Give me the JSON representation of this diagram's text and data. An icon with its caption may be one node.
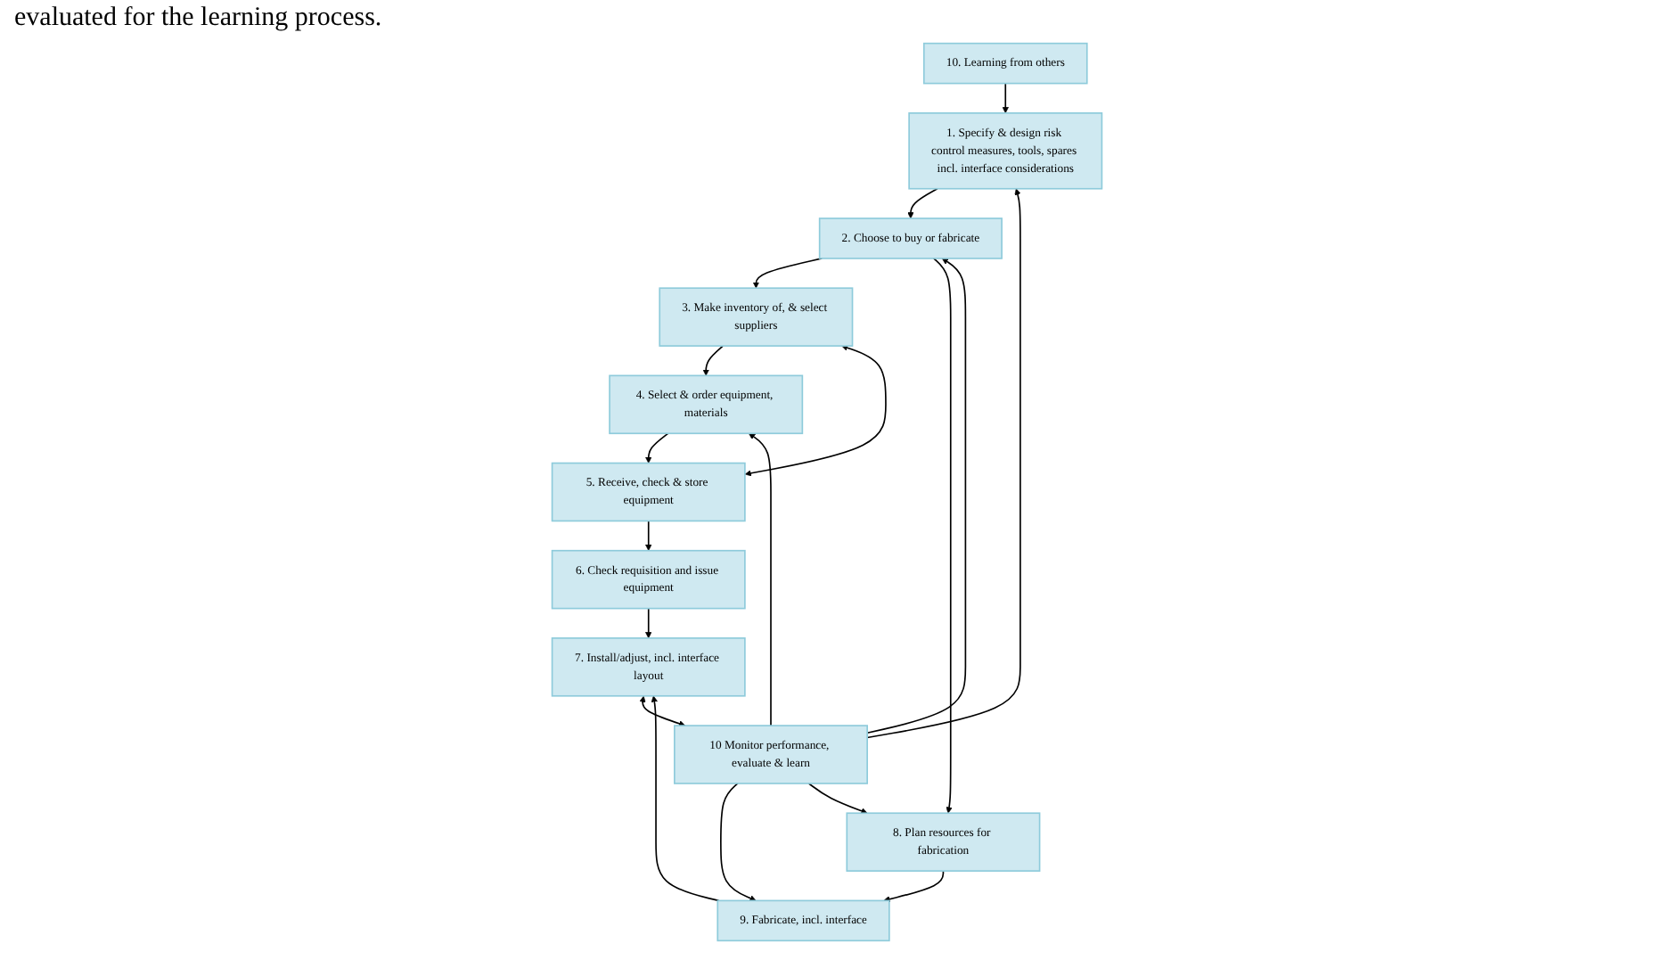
{
  "diagram": {
    "nodes": [
      {
        "text": [
          "10. Learning from others"
        ]
      },
      {
        "text": [
          "1. Specify & design risk control measures, tools, spares incl. interface considerations"
        ]
      },
      {
        "text": [
          "2. Choose to buy or fabricate"
        ]
      },
      {
        "text": [
          "3. Make inventory of, & select suppliers"
        ]
      },
      {
        "text": [
          "9. Fabricate, incl. interface"
        ]
      },
      {
        "text": [
          "8. Plan resources for fabrication"
        ]
      },
      {
        "text": [
          "7. Install/adjust, incl. interface layout"
        ]
      },
      {
        "text": [
          "10 Monitor performance, evaluate & learn"
        ]
      },
      {
        "text": [
          "4. Select & order equipment, materials"
        ]
      },
      {
        "text": [
          "6. Check requisition and issue equipment"
        ]
      },
      {
        "text": [
          "5. Receive, check & store equipment"
        ]
      }
    ],
    "edges": [
      {
        "from": 0,
        "to": 1,
        "arrow": "to"
      },
      {
        "from": 1,
        "to": 2,
        "arrow": "to"
      },
      {
        "from": 2,
        "to": 3,
        "arrow": "to"
      },
      {
        "from": 2,
        "to": 5,
        "arrow": "to"
      },
      {
        "from": 5,
        "to": 4,
        "arrow": "to"
      },
      {
        "from": 7,
        "to": 1,
        "arrow": "to"
      },
      {
        "from": 7,
        "to": 4,
        "arrow": "to"
      },
      {
        "from": 7,
        "to": 5,
        "arrow": "to"
      },
      {
        "from": 7,
        "to": 2,
        "arrow": "to"
      },
      {
        "from": 7,
        "to": 8,
        "arrow": "to"
      },
      {
        "from": 4,
        "to": 6,
        "arrow": "to"
      },
      {
        "from": 6,
        "to": 7,
        "arrow": "both"
      },
      {
        "from": 3,
        "to": 8,
        "arrow": "to"
      },
      {
        "from": 8,
        "to": 10,
        "arrow": "to"
      },
      {
        "from": 10,
        "to": 3,
        "arrow": "both"
      },
      {
        "from": 10,
        "to": 9,
        "arrow": "to"
      },
      {
        "from": 9,
        "to": 6,
        "arrow": "to"
      }
    ],
    "labels": [
      "evaluated for the learning process."
    ]
  }
}
